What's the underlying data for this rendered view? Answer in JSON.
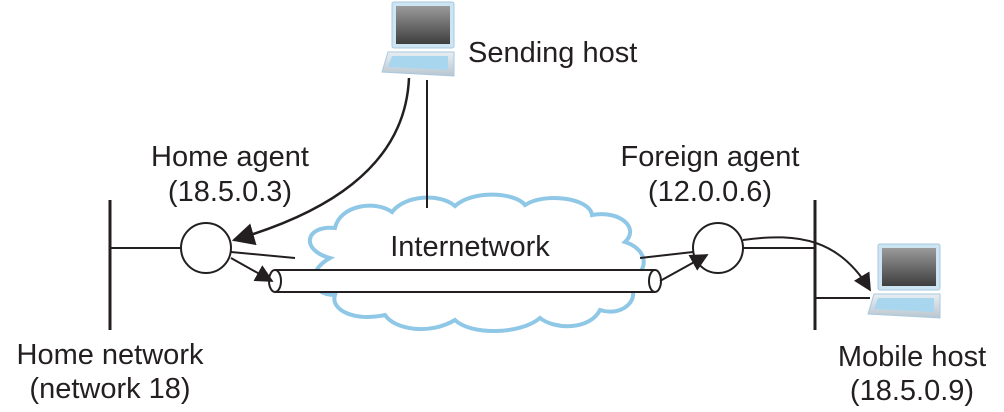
{
  "diagram": {
    "sending_host": {
      "label": "Sending host",
      "icon": "laptop-icon"
    },
    "home_agent": {
      "label": "Home agent",
      "address": "(18.5.0.3)"
    },
    "foreign_agent": {
      "label": "Foreign agent",
      "address": "(12.0.0.6)"
    },
    "internetwork": {
      "label": "Internetwork"
    },
    "home_network": {
      "label": "Home network",
      "sublabel": "(network 18)"
    },
    "mobile_host": {
      "label": "Mobile host",
      "address": "(18.5.0.9)",
      "icon": "laptop-icon"
    },
    "colors": {
      "line": "#231f20",
      "cloud_stroke": "#8fc7e6",
      "text": "#231f20"
    }
  }
}
